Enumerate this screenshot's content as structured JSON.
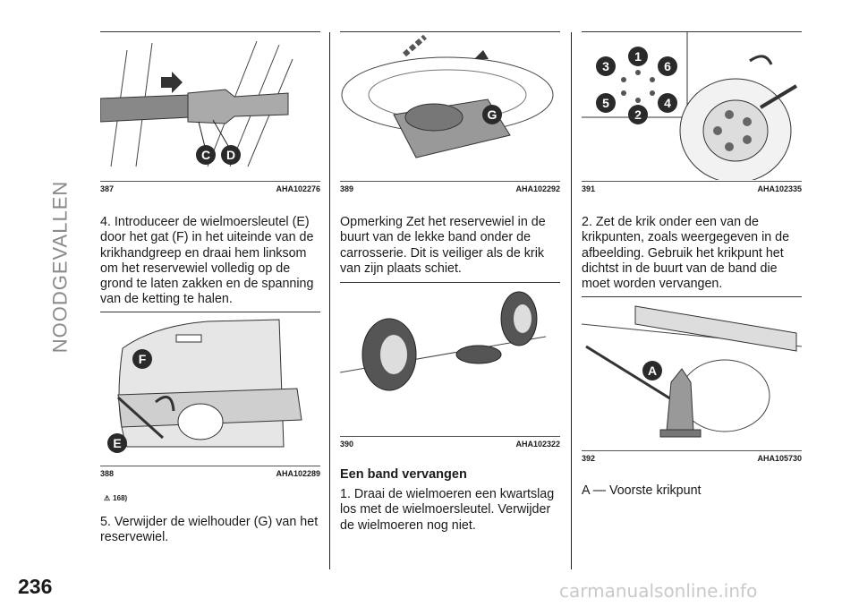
{
  "section_title": "NOODGEVALLEN",
  "page_number": "236",
  "watermark": "carmanualsonline.info",
  "col1": {
    "fig387": {
      "num": "387",
      "code": "AHA102276",
      "label_c": "C",
      "label_d": "D"
    },
    "text1": "4. Introduceer de wielmoersleutel (E) door het gat (F) in het uiteinde van de krikhandgreep en draai hem linksom om het reservewiel volledig op de grond te laten zakken en de spanning van de ketting te halen.",
    "fig388": {
      "num": "388",
      "code": "AHA102289",
      "label_f": "F",
      "label_e": "E"
    },
    "note_ref": "168)",
    "text2": "5. Verwijder de wielhouder (G) van het reservewiel."
  },
  "col2": {
    "fig389": {
      "num": "389",
      "code": "AHA102292",
      "label_g": "G"
    },
    "text1": "Opmerking Zet het reservewiel in de buurt van de lekke band onder de carrosserie. Dit is veiliger als de krik van zijn plaats schiet.",
    "fig390": {
      "num": "390",
      "code": "AHA102322"
    },
    "heading": "Een band vervangen",
    "text2": "1. Draai de wielmoeren een kwartslag los met de wielmoersleutel. Verwijder de wielmoeren nog niet."
  },
  "col3": {
    "fig391": {
      "num": "391",
      "code": "AHA102335",
      "n1": "1",
      "n2": "2",
      "n3": "3",
      "n4": "4",
      "n5": "5",
      "n6": "6"
    },
    "text1": "2. Zet de krik onder een van de krikpunten, zoals weergegeven in de afbeelding. Gebruik het krikpunt het dichtst in de buurt van de band die moet worden vervangen.",
    "fig392": {
      "num": "392",
      "code": "AHA105730",
      "label_a": "A"
    },
    "text2": "A — Voorste krikpunt"
  },
  "colors": {
    "accent_text": "#8a8a8a",
    "label_fill": "#2a2a2a",
    "label_text": "#ffffff"
  }
}
